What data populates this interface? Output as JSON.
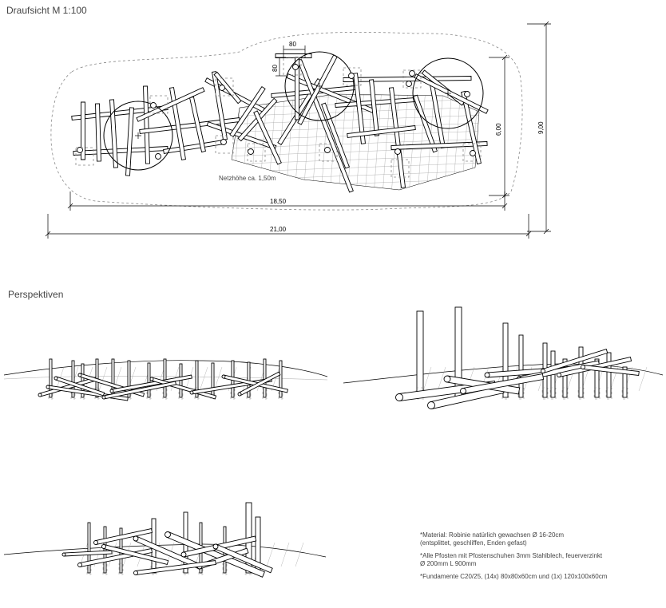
{
  "plan": {
    "title": "Draufsicht M 1:100",
    "net_label": "Netzhöhe ca. 1,50m",
    "dims": {
      "total_length": "21,00",
      "net_length": "18,50",
      "total_depth": "9,00",
      "net_depth": "6,00",
      "post_w": "80",
      "post_h": "80"
    }
  },
  "perspectives": {
    "title": "Perspektiven"
  },
  "notes": [
    "*Material: Robinie natürlich gewachsen Ø 16-20cm",
    "(entsplittet, geschliffen, Enden gefast)",
    "*Alle Pfosten mit Pfostenschuhen 3mm Stahlblech, feuerverzinkt",
    "Ø 200mm L 900mm",
    "*Fundamente C20/25, (14x) 80x80x60cm und (1x) 120x100x60cm"
  ]
}
